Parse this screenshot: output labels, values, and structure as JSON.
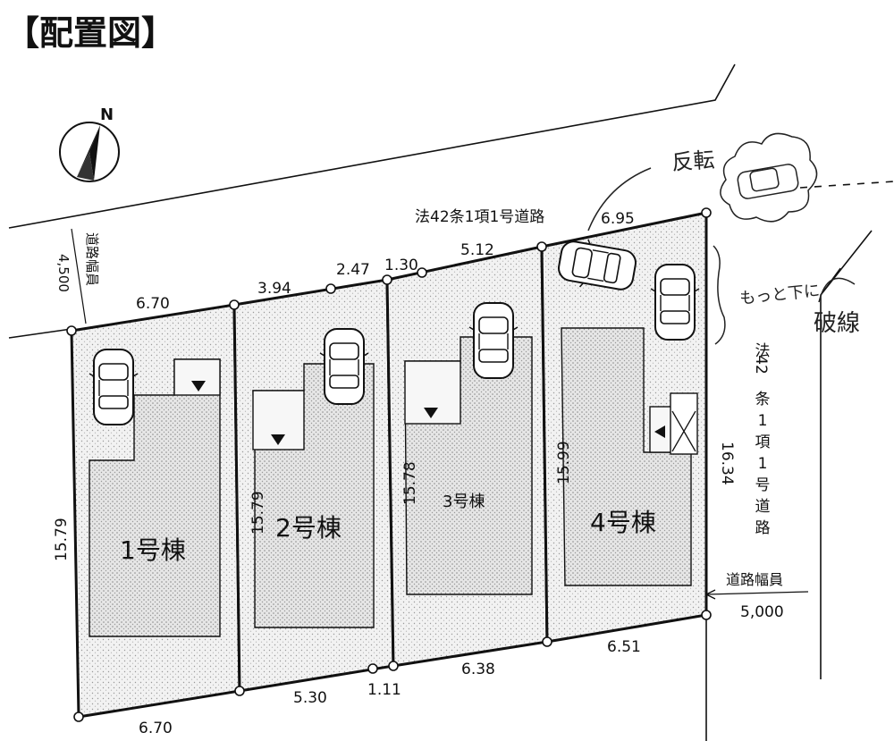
{
  "title": "【配置図】",
  "north_label": "N",
  "roads": {
    "north_road": "法42条1項1号道路",
    "east_road_chars": [
      "法",
      "42",
      "条",
      "1",
      "項",
      "1",
      "号",
      "道",
      "路"
    ],
    "west_width_label": "道路幅員",
    "west_width_value": "4,500",
    "east_width_label": "道路幅員",
    "east_width_value": "5,000"
  },
  "buildings": [
    {
      "id": "1",
      "label": "1号棟",
      "left_depth": "15.79"
    },
    {
      "id": "2",
      "label": "2号棟",
      "left_depth": "15.79"
    },
    {
      "id": "3",
      "label": "3号棟",
      "left_depth": "15.78"
    },
    {
      "id": "4",
      "label": "4号棟",
      "left_depth": "15.99",
      "right_depth": "16.34"
    }
  ],
  "dimensions": {
    "top": [
      "6.70",
      "3.94",
      "2.47",
      "1.30",
      "5.12",
      "6.95"
    ],
    "bottom": [
      "6.70",
      "5.30",
      "1.11",
      "6.38",
      "6.51"
    ]
  },
  "annotations": {
    "turnaround": "反転",
    "move_down": "もっと下に",
    "dashed_line": "破線"
  }
}
